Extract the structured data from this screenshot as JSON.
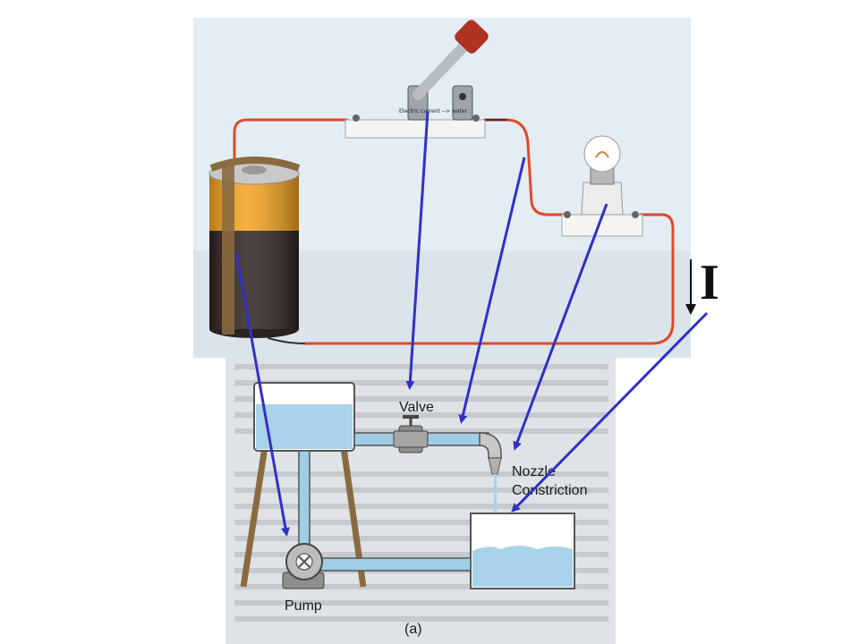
{
  "circuit": {
    "switch_caption": "Electric current --> water",
    "current_symbol": "I"
  },
  "hydraulic": {
    "valve_label": "Valve",
    "nozzle_label": "Nozzle",
    "constriction_label": "Constriction",
    "pump_label": "Pump",
    "figure_label": "(a)"
  },
  "colors": {
    "wire_red": "#e0482a",
    "arrow_blue": "#3030c8",
    "water": "#a9d3ea",
    "pipe": "#9fcde6",
    "battery_top": "#f4a21e",
    "battery_body": "#2c2220",
    "panel_bg": "#e3edf3",
    "page_bg": "#dfe4e7",
    "wood": "#8a6a40"
  }
}
